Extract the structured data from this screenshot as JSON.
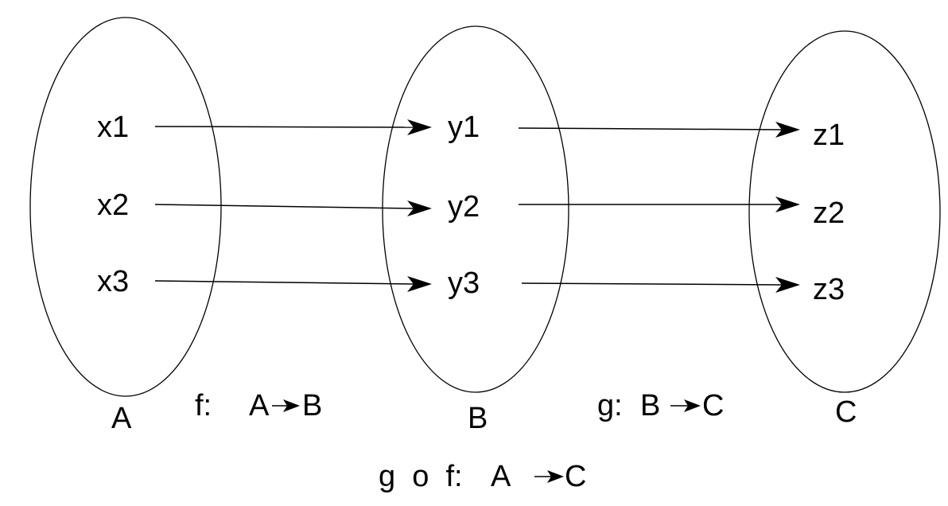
{
  "sets": {
    "a": {
      "name": "A",
      "elements": [
        "x1",
        "x2",
        "x3"
      ]
    },
    "b": {
      "name": "B",
      "elements": [
        "y1",
        "y2",
        "y3"
      ]
    },
    "c": {
      "name": "C",
      "elements": [
        "z1",
        "z2",
        "z3"
      ]
    }
  },
  "functions": {
    "f": {
      "label_name": "f:",
      "label_from": "A",
      "label_to": "B"
    },
    "g": {
      "label_name": "g:",
      "label_from": "B",
      "label_to": "C"
    },
    "composition": {
      "label_name": "g  o  f:",
      "label_from": "A",
      "label_to": "C"
    }
  },
  "mappings": {
    "f": [
      {
        "from": "x1",
        "to": "y1"
      },
      {
        "from": "x2",
        "to": "y2"
      },
      {
        "from": "x3",
        "to": "y3"
      }
    ],
    "g": [
      {
        "from": "y1",
        "to": "z1"
      },
      {
        "from": "y2",
        "to": "z2"
      },
      {
        "from": "y3",
        "to": "z3"
      }
    ]
  }
}
